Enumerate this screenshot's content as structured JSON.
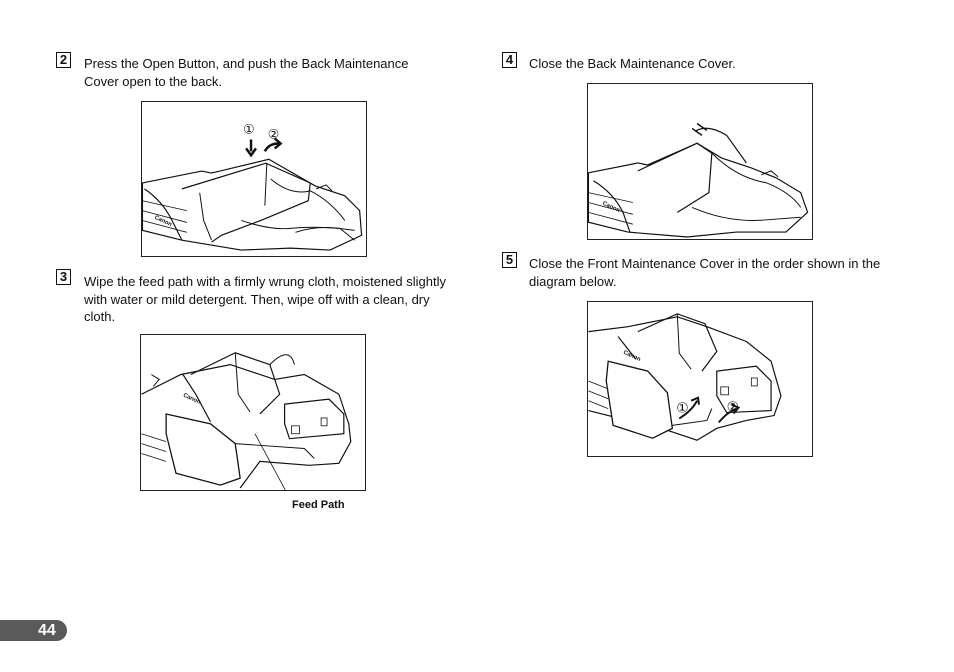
{
  "steps": [
    {
      "num": "2",
      "text": "Press the Open Button, and push the Back Maintenance Cover open to the back."
    },
    {
      "num": "3",
      "text": "Wipe the feed path with a firmly wrung cloth, moistened slightly with water or mild detergent. Then, wipe off with a clean, dry cloth."
    },
    {
      "num": "4",
      "text": "Close the Back Maintenance Cover."
    },
    {
      "num": "5",
      "text": "Close the Front Maintenance Cover in the order shown in the diagram below."
    }
  ],
  "figures": {
    "step2": {
      "marker1": "①",
      "marker2": "②",
      "brand": "Canon"
    },
    "step3": {
      "callout": "Feed Path",
      "brand": "Canon"
    },
    "step4": {
      "brand": "Canon"
    },
    "step5": {
      "marker1": "①",
      "marker2": "②",
      "brand": "Canon"
    }
  },
  "page": {
    "number": "44"
  },
  "colors": {
    "text": "#111111",
    "page_tab": "#5a5a5a"
  }
}
